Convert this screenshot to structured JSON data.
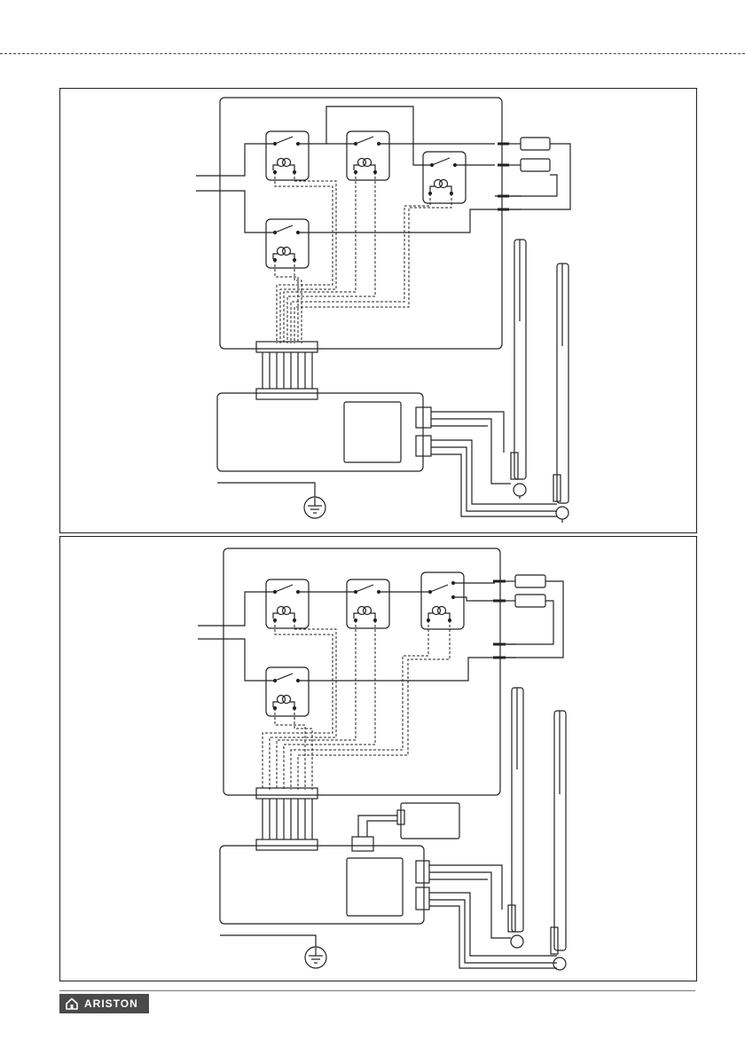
{
  "footer": {
    "brand_name": "ARISTON"
  },
  "diagrams": [
    {
      "id": "wiring-diagram-1",
      "has_extra_module": false
    },
    {
      "id": "wiring-diagram-2",
      "has_extra_module": true
    }
  ],
  "colors": {
    "line": "#222222",
    "logo_background": "#4a4a4a",
    "logo_text": "#ffffff"
  },
  "icons": [
    "ground-icon",
    "house-logo-icon",
    "relay-coil-icon",
    "switch-contact-icon"
  ]
}
